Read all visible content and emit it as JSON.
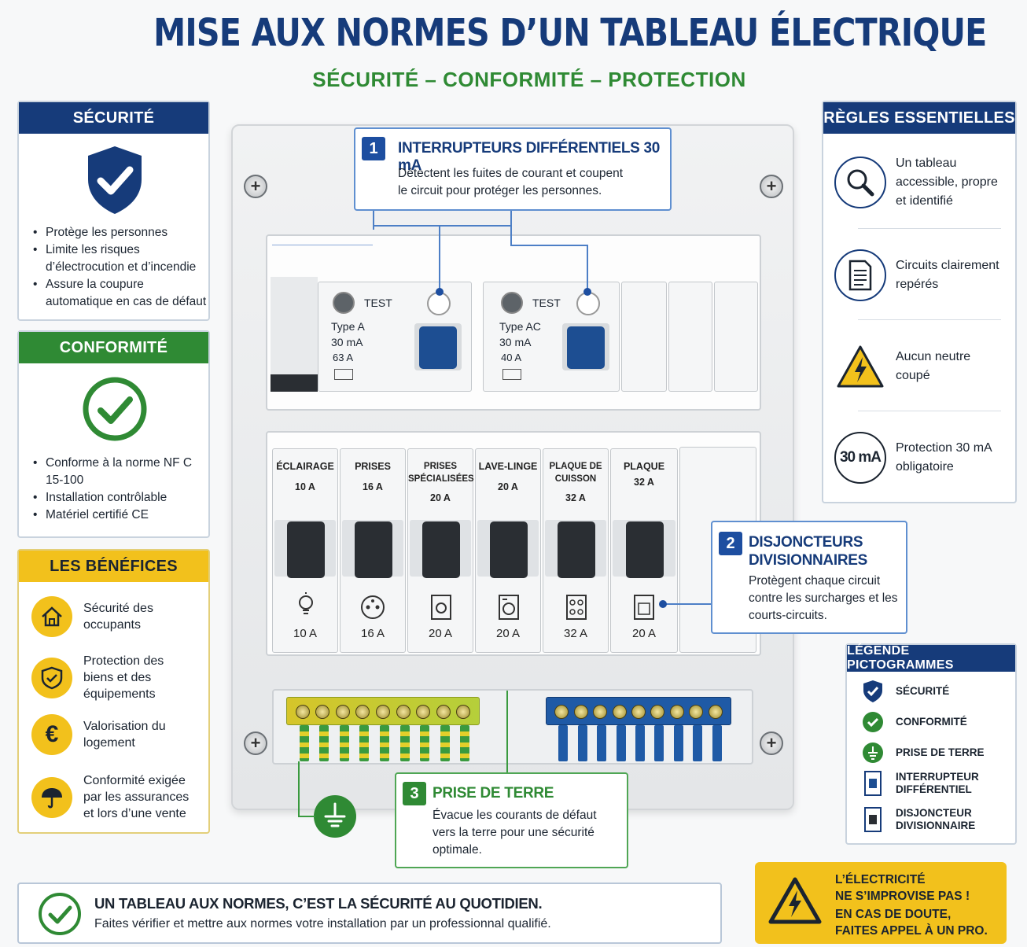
{
  "header": {
    "title": "MISE AUX NORMES D’UN TABLEAU ÉLECTRIQUE",
    "subtitle": "SÉCURITÉ – CONFORMITÉ – PROTECTION"
  },
  "colors": {
    "navy": "#163b7a",
    "green": "#2f8a34",
    "yellow": "#f2c11c"
  },
  "securite": {
    "title": "SÉCURITÉ",
    "icon": "shield-check-icon",
    "bullets": [
      "Protège les personnes",
      "Limite les risques d’électrocution et d’incendie",
      "Assure la coupure automatique en cas de défaut"
    ]
  },
  "conformite": {
    "title": "CONFORMITÉ",
    "icon": "check-circle-icon",
    "bullets": [
      "Conforme à la norme NF C 15-100",
      "Installation contrôlable",
      "Matériel certifié CE"
    ]
  },
  "benefices": {
    "title": "LES BÉNÉFICES",
    "items": [
      {
        "icon": "house-icon",
        "text": "Sécurité des occupants"
      },
      {
        "icon": "shield-icon",
        "text": "Protection des biens et des équipements"
      },
      {
        "icon": "euro-icon",
        "text": "Valorisation du logement"
      },
      {
        "icon": "umbrella-icon",
        "text": "Conformité exigée par les assurances et lors d’une vente"
      }
    ]
  },
  "regles": {
    "title": "RÈGLES ESSENTIELLES",
    "items": [
      {
        "icon": "magnifier-icon",
        "text": "Un tableau accessible, propre et identifié"
      },
      {
        "icon": "document-icon",
        "text": "Circuits clairement repérés"
      },
      {
        "icon": "warning-icon",
        "text": "Aucun neutre coupé"
      },
      {
        "icon": "30ma-icon",
        "badge": "30 mA",
        "text": "Protection 30 mA obligatoire"
      }
    ]
  },
  "callouts": {
    "c1": {
      "num": "1",
      "title": "INTERRUPTEURS DIFFÉRENTIELS 30 mA",
      "text": "Détectent les fuites de courant et coupent le circuit pour protéger les personnes."
    },
    "c2": {
      "num": "2",
      "title": "DISJONCTEURS DIVISIONNAIRES",
      "text": "Protègent chaque circuit contre les surcharges et les courts-circuits."
    },
    "c3": {
      "num": "3",
      "title": "PRISE DE TERRE",
      "text": "Évacue les courants de défaut vers la terre pour une sécurité optimale."
    }
  },
  "differentiels": [
    {
      "test": "TEST",
      "type": "Type A",
      "sens": "30 mA",
      "amp": "63 A"
    },
    {
      "test": "TEST",
      "type": "Type AC",
      "sens": "30 mA",
      "amp": "40 A"
    }
  ],
  "disjoncteurs": [
    {
      "label": "ÉCLAIRAGE",
      "top_amp": "10 A",
      "icon": "bulb-icon",
      "amp": "10 A"
    },
    {
      "label": "PRISES",
      "top_amp": "16 A",
      "icon": "socket-icon",
      "amp": "16 A"
    },
    {
      "label": "PRISES SPÉCIALISÉES",
      "top_amp": "20 A",
      "icon": "appliance-icon",
      "amp": "20 A"
    },
    {
      "label": "LAVE-LINGE",
      "top_amp": "20 A",
      "icon": "washer-icon",
      "amp": "20 A"
    },
    {
      "label": "PLAQUE DE CUISSON",
      "top_amp": "32 A",
      "icon": "cooktop-icon",
      "amp": "32 A"
    },
    {
      "label": "PLAQUE",
      "top_amp": "32 A",
      "icon": "oven-icon",
      "amp": "20 A"
    }
  ],
  "legende": {
    "title": "LÉGENDE PICTOGRAMMES",
    "items": [
      {
        "icon": "shield-check-icon",
        "text": "SÉCURITÉ"
      },
      {
        "icon": "check-circle-icon",
        "text": "CONFORMITÉ"
      },
      {
        "icon": "ground-icon",
        "text": "PRISE DE TERRE"
      },
      {
        "icon": "rcd-icon",
        "text": "INTERRUPTEUR DIFFÉRENTIEL"
      },
      {
        "icon": "breaker-icon",
        "text": "DISJONCTEUR DIVISIONNAIRE"
      }
    ]
  },
  "footer": {
    "headline": "UN TABLEAU AUX NORMES, C’EST LA SÉCURITÉ AU QUOTIDIEN.",
    "text": "Faites vérifier et mettre aux normes votre installation par un professionnal qualifié."
  },
  "warning_box": {
    "line1": "L’ÉLECTRICITÉ",
    "line2": "NE S’IMPROVISE PAS !",
    "line3": "EN CAS DE DOUTE,",
    "line4": "FAITES APPEL À UN PRO."
  }
}
